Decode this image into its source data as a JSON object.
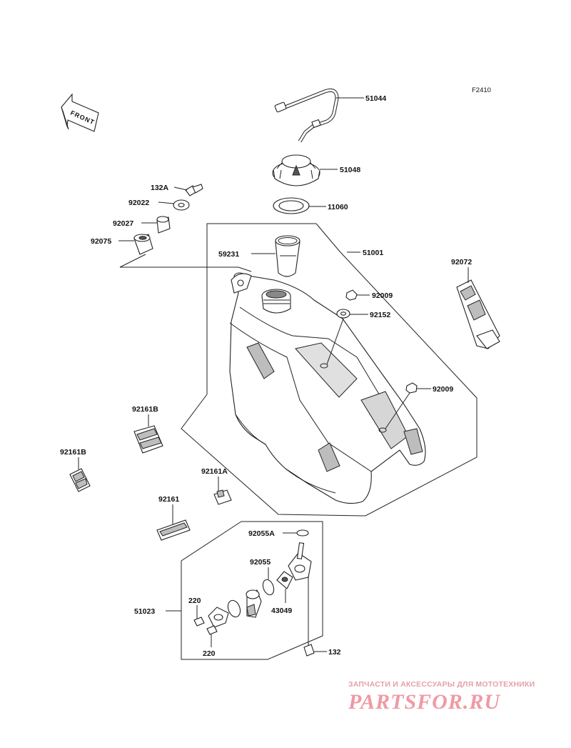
{
  "figure_code": "F2410",
  "front_label": "FRONT",
  "callouts": {
    "c51044": "51044",
    "c51048": "51048",
    "c11060": "11060",
    "c59231": "59231",
    "c51001": "51001",
    "c132A": "132A",
    "c92022": "92022",
    "c92027": "92027",
    "c92075": "92075",
    "c92072": "92072",
    "c92009a": "92009",
    "c92152": "92152",
    "c92009b": "92009",
    "c92161B_a": "92161B",
    "c92161B_b": "92161B",
    "c92161A": "92161A",
    "c92161": "92161",
    "c92055A": "92055A",
    "c92055": "92055",
    "c43049": "43049",
    "c51023": "51023",
    "c220a": "220",
    "c220b": "220",
    "c132": "132"
  },
  "watermark": {
    "top_text": "ЗАПЧАСТИ И АКСЕССУАРЫ ДЛЯ МОТОТЕХНИКИ",
    "logo_text": "PARTSFOR.RU"
  },
  "colors": {
    "line": "#222222",
    "shade": "#bdbdbd",
    "watermark": "#ef9aa4"
  }
}
